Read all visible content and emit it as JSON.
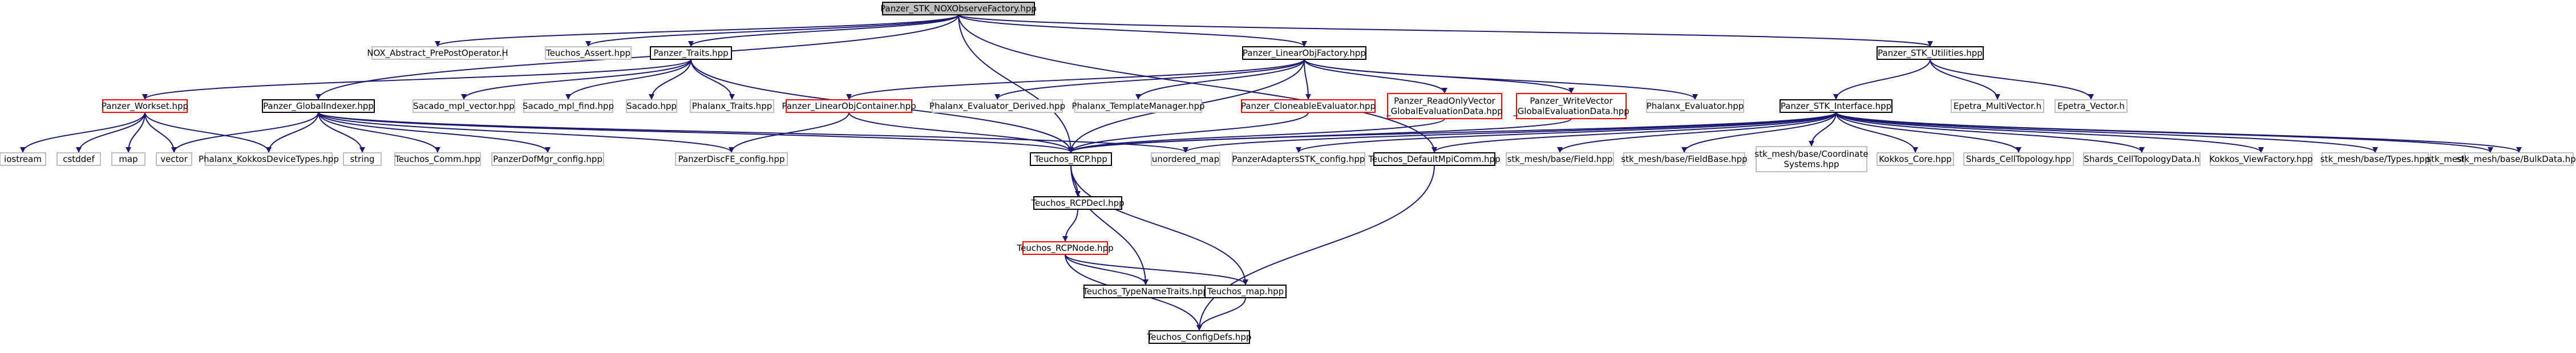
{
  "colors": {
    "background": "#ffffff",
    "root_fill": "#bfbfbf",
    "node_fill": "#ffffff",
    "node_border": "#000000",
    "leaf_border": "#bfbfbf",
    "truncated_border": "#ff0000",
    "edge": "#191970"
  },
  "nodes": [
    {
      "id": "root",
      "label": "Panzer_STK_NOXObserveFactory.hpp",
      "style": "root"
    },
    {
      "id": "nox",
      "label": "NOX_Abstract_PrePostOperator.H",
      "style": "leaf"
    },
    {
      "id": "teuchos_assert",
      "label": "Teuchos_Assert.hpp",
      "style": "leaf"
    },
    {
      "id": "panzer_traits",
      "label": "Panzer_Traits.hpp",
      "style": "normal"
    },
    {
      "id": "linearobjfactory",
      "label": "Panzer_LinearObjFactory.hpp",
      "style": "normal"
    },
    {
      "id": "stk_utilities",
      "label": "Panzer_STK_Utilities.hpp",
      "style": "normal"
    },
    {
      "id": "workset",
      "label": "Panzer_Workset.hpp",
      "style": "truncated"
    },
    {
      "id": "globalindexer",
      "label": "Panzer_GlobalIndexer.hpp",
      "style": "normal"
    },
    {
      "id": "sacado_mpi_vector",
      "label": "Sacado_mpl_vector.hpp",
      "style": "leaf"
    },
    {
      "id": "sacado_mpl_find",
      "label": "Sacado_mpl_find.hpp",
      "style": "leaf"
    },
    {
      "id": "sacado",
      "label": "Sacado.hpp",
      "style": "leaf"
    },
    {
      "id": "phalanx_traits",
      "label": "Phalanx_Traits.hpp",
      "style": "leaf"
    },
    {
      "id": "linearobjcontainer",
      "label": "Panzer_LinearObjContainer.hpp",
      "style": "truncated"
    },
    {
      "id": "phalanx_eval_derived",
      "label": "Phalanx_Evaluator_Derived.hpp",
      "style": "leaf"
    },
    {
      "id": "phalanx_templatemanager",
      "label": "Phalanx_TemplateManager.hpp",
      "style": "leaf"
    },
    {
      "id": "cloneable_evaluator",
      "label": "Panzer_CloneableEvaluator.hpp",
      "style": "truncated"
    },
    {
      "id": "readonlyvector",
      "label": "Panzer_ReadOnlyVector\n_GlobalEvaluationData.hpp",
      "style": "truncated"
    },
    {
      "id": "writevector",
      "label": "Panzer_WriteVector\n_GlobalEvaluationData.hpp",
      "style": "truncated"
    },
    {
      "id": "phalanx_evaluator",
      "label": "Phalanx_Evaluator.hpp",
      "style": "leaf"
    },
    {
      "id": "stk_interface",
      "label": "Panzer_STK_Interface.hpp",
      "style": "normal"
    },
    {
      "id": "epetra_multivector",
      "label": "Epetra_MultiVector.h",
      "style": "leaf"
    },
    {
      "id": "epetra_vector",
      "label": "Epetra_Vector.h",
      "style": "leaf"
    },
    {
      "id": "iostream",
      "label": "iostream",
      "style": "leaf"
    },
    {
      "id": "cstddef",
      "label": "cstddef",
      "style": "leaf"
    },
    {
      "id": "map",
      "label": "map",
      "style": "leaf"
    },
    {
      "id": "vector",
      "label": "vector",
      "style": "leaf"
    },
    {
      "id": "phalanx_kokkos",
      "label": "Phalanx_KokkosDeviceTypes.hpp",
      "style": "leaf"
    },
    {
      "id": "string",
      "label": "string",
      "style": "leaf"
    },
    {
      "id": "teuchos_comm",
      "label": "Teuchos_Comm.hpp",
      "style": "leaf"
    },
    {
      "id": "panzer_dofmgr_config",
      "label": "PanzerDofMgr_config.hpp",
      "style": "leaf"
    },
    {
      "id": "panzer_discfe_config",
      "label": "PanzerDiscFE_config.hpp",
      "style": "leaf"
    },
    {
      "id": "teuchos_rcp",
      "label": "Teuchos_RCP.hpp",
      "style": "normal"
    },
    {
      "id": "unordered_map",
      "label": "unordered_map",
      "style": "leaf"
    },
    {
      "id": "panzer_adapters_stk_config",
      "label": "PanzerAdaptersSTK_config.hpp",
      "style": "leaf"
    },
    {
      "id": "teuchos_defaultmpicomm",
      "label": "Teuchos_DefaultMpiComm.hpp",
      "style": "normal"
    },
    {
      "id": "stk_field",
      "label": "stk_mesh/base/Field.hpp",
      "style": "leaf"
    },
    {
      "id": "stk_fieldbase",
      "label": "stk_mesh/base/FieldBase.hpp",
      "style": "leaf"
    },
    {
      "id": "stk_coords",
      "label": "stk_mesh/base/Coordinate\nSystems.hpp",
      "style": "leaf"
    },
    {
      "id": "kokkos_core",
      "label": "Kokkos_Core.hpp",
      "style": "leaf"
    },
    {
      "id": "shards_celltopology",
      "label": "Shards_CellTopology.hpp",
      "style": "leaf"
    },
    {
      "id": "shards_celltopologydata",
      "label": "Shards_CellTopologyData.h",
      "style": "leaf"
    },
    {
      "id": "kokkos_viewfactory",
      "label": "Kokkos_ViewFactory.hpp",
      "style": "leaf"
    },
    {
      "id": "stk_types",
      "label": "stk_mesh/base/Types.hpp",
      "style": "leaf"
    },
    {
      "id": "stk_metadata",
      "label": "stk_mesh/base/MetaData.hpp",
      "style": "leaf"
    },
    {
      "id": "stk_bulkdata",
      "label": "stk_mesh/base/BulkData.hpp",
      "style": "leaf"
    },
    {
      "id": "teuchos_rcpdecl",
      "label": "Teuchos_RCPDecl.hpp",
      "style": "normal"
    },
    {
      "id": "teuchos_rcpnode",
      "label": "Teuchos_RCPNode.hpp",
      "style": "truncated"
    },
    {
      "id": "teuchos_typenametraits",
      "label": "Teuchos_TypeNameTraits.hpp",
      "style": "normal"
    },
    {
      "id": "teuchos_map",
      "label": "Teuchos_map.hpp",
      "style": "normal"
    },
    {
      "id": "teuchos_configdefs",
      "label": "Teuchos_ConfigDefs.hpp",
      "style": "normal"
    }
  ],
  "edges": [
    [
      "root",
      "nox"
    ],
    [
      "root",
      "teuchos_assert"
    ],
    [
      "root",
      "panzer_traits"
    ],
    [
      "root",
      "linearobjfactory"
    ],
    [
      "root",
      "stk_utilities"
    ],
    [
      "root",
      "teuchos_rcp"
    ],
    [
      "root",
      "globalindexer"
    ],
    [
      "root",
      "teuchos_defaultmpicomm"
    ],
    [
      "panzer_traits",
      "workset"
    ],
    [
      "panzer_traits",
      "sacado_mpi_vector"
    ],
    [
      "panzer_traits",
      "sacado_mpl_find"
    ],
    [
      "panzer_traits",
      "sacado"
    ],
    [
      "panzer_traits",
      "phalanx_traits"
    ],
    [
      "panzer_traits",
      "teuchos_rcp"
    ],
    [
      "linearobjfactory",
      "linearobjcontainer"
    ],
    [
      "linearobjfactory",
      "phalanx_eval_derived"
    ],
    [
      "linearobjfactory",
      "phalanx_templatemanager"
    ],
    [
      "linearobjfactory",
      "cloneable_evaluator"
    ],
    [
      "linearobjfactory",
      "readonlyvector"
    ],
    [
      "linearobjfactory",
      "writevector"
    ],
    [
      "linearobjfactory",
      "phalanx_evaluator"
    ],
    [
      "linearobjfactory",
      "teuchos_rcp"
    ],
    [
      "stk_utilities",
      "stk_interface"
    ],
    [
      "stk_utilities",
      "epetra_multivector"
    ],
    [
      "stk_utilities",
      "epetra_vector"
    ],
    [
      "workset",
      "iostream"
    ],
    [
      "workset",
      "cstddef"
    ],
    [
      "workset",
      "map"
    ],
    [
      "workset",
      "vector"
    ],
    [
      "workset",
      "phalanx_kokkos"
    ],
    [
      "globalindexer",
      "vector"
    ],
    [
      "globalindexer",
      "phalanx_kokkos"
    ],
    [
      "globalindexer",
      "string"
    ],
    [
      "globalindexer",
      "teuchos_comm"
    ],
    [
      "globalindexer",
      "panzer_dofmgr_config"
    ],
    [
      "globalindexer",
      "panzer_discfe_config"
    ],
    [
      "globalindexer",
      "teuchos_rcp"
    ],
    [
      "globalindexer",
      "unordered_map"
    ],
    [
      "linearobjcontainer",
      "panzer_discfe_config"
    ],
    [
      "linearobjcontainer",
      "teuchos_rcp"
    ],
    [
      "cloneable_evaluator",
      "teuchos_rcp"
    ],
    [
      "readonlyvector",
      "teuchos_rcp"
    ],
    [
      "writevector",
      "teuchos_rcp"
    ],
    [
      "stk_interface",
      "teuchos_rcp"
    ],
    [
      "stk_interface",
      "unordered_map"
    ],
    [
      "stk_interface",
      "panzer_adapters_stk_config"
    ],
    [
      "stk_interface",
      "teuchos_defaultmpicomm"
    ],
    [
      "stk_interface",
      "stk_field"
    ],
    [
      "stk_interface",
      "stk_fieldbase"
    ],
    [
      "stk_interface",
      "stk_coords"
    ],
    [
      "stk_interface",
      "kokkos_core"
    ],
    [
      "stk_interface",
      "shards_celltopology"
    ],
    [
      "stk_interface",
      "shards_celltopologydata"
    ],
    [
      "stk_interface",
      "kokkos_viewfactory"
    ],
    [
      "stk_interface",
      "stk_types"
    ],
    [
      "stk_interface",
      "stk_metadata"
    ],
    [
      "stk_interface",
      "stk_bulkdata"
    ],
    [
      "teuchos_rcp",
      "teuchos_rcpdecl"
    ],
    [
      "teuchos_rcp",
      "teuchos_typenametraits"
    ],
    [
      "teuchos_rcp",
      "teuchos_map"
    ],
    [
      "teuchos_rcpdecl",
      "teuchos_rcpnode"
    ],
    [
      "teuchos_rcpnode",
      "teuchos_typenametraits"
    ],
    [
      "teuchos_rcpnode",
      "teuchos_map"
    ],
    [
      "teuchos_rcpnode",
      "teuchos_configdefs"
    ],
    [
      "teuchos_map",
      "teuchos_configdefs"
    ],
    [
      "teuchos_defaultmpicomm",
      "teuchos_configdefs"
    ]
  ]
}
